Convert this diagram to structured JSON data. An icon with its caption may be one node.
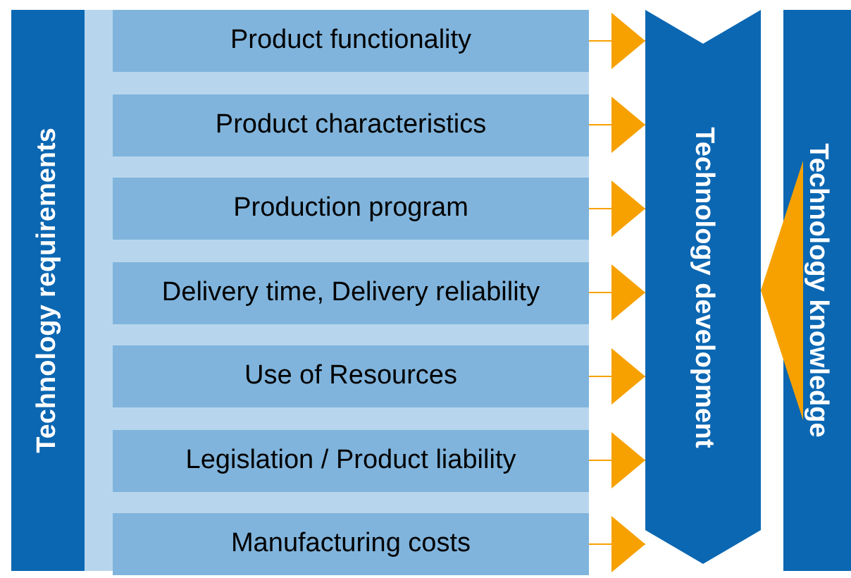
{
  "diagram": {
    "nodes": [
      {
        "text": [
          "Technology requirements"
        ]
      },
      {
        "text": [
          "Product functionality"
        ]
      },
      {
        "text": [
          "Product characteristics"
        ]
      },
      {
        "text": [
          "Production program"
        ]
      },
      {
        "text": [
          "Delivery time, Delivery reliability"
        ]
      },
      {
        "text": [
          "Use of Resources"
        ]
      },
      {
        "text": [
          "Legislation / Product liability"
        ]
      },
      {
        "text": [
          "Manufacturing costs"
        ]
      },
      {
        "text": [
          "Technology development"
        ]
      },
      {
        "text": [
          "Technology knowledge"
        ]
      }
    ],
    "edges": [
      {
        "from": 1,
        "to": 8,
        "arrow": "to"
      },
      {
        "from": 2,
        "to": 8,
        "arrow": "to"
      },
      {
        "from": 3,
        "to": 8,
        "arrow": "to"
      },
      {
        "from": 4,
        "to": 8,
        "arrow": "to"
      },
      {
        "from": 5,
        "to": 8,
        "arrow": "to"
      },
      {
        "from": 6,
        "to": 8,
        "arrow": "to"
      },
      {
        "from": 7,
        "to": 8,
        "arrow": "to"
      },
      {
        "from": 9,
        "to": 8,
        "arrow": "to"
      }
    ]
  }
}
